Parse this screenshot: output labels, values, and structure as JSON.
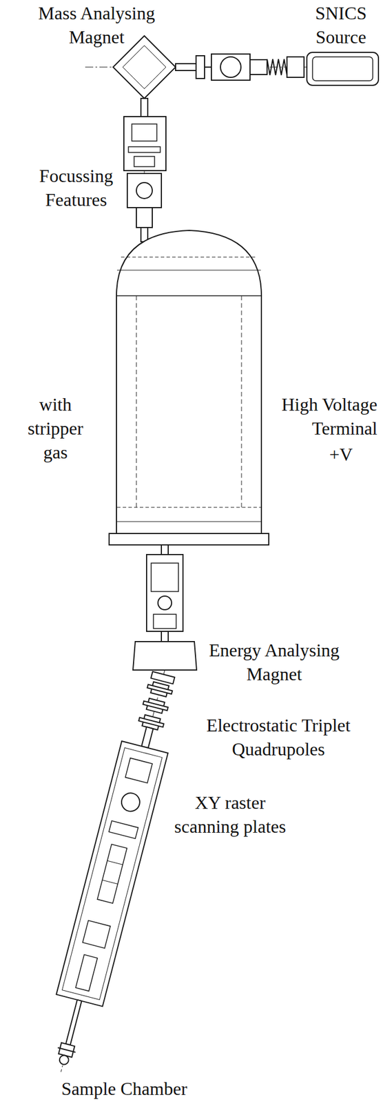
{
  "diagram": {
    "labels": [
      "Mass Analysing Magnet",
      "SNICS Source",
      "Focussing Features",
      "with stripper gas",
      "High Voltage Terminal",
      "+V",
      "Energy Analysing Magnet",
      "Electrostatic Triplet Quadrupoles",
      "XY raster scanning plates",
      "Sample Chamber"
    ]
  }
}
